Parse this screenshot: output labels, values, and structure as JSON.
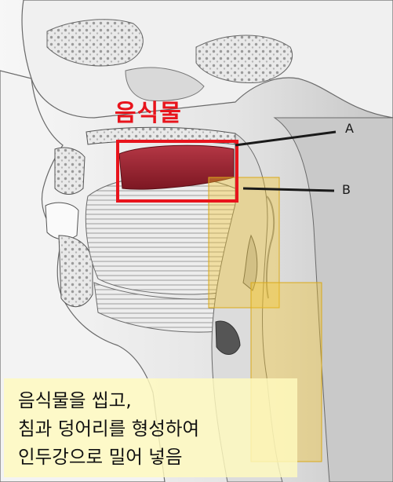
{
  "labels": {
    "food": "음식물",
    "pointer_a": "A",
    "pointer_b": "B"
  },
  "caption": {
    "lines": [
      "음식물을 씹고,",
      "침과 덩어리를 형성하여",
      "인두강으로 밀어 넣음"
    ]
  },
  "colors": {
    "food_highlight": "#e8141c",
    "caption_background": "#fffabe",
    "yellow_overlay": "#f4c42a",
    "bolus": "#8e1f2a"
  }
}
